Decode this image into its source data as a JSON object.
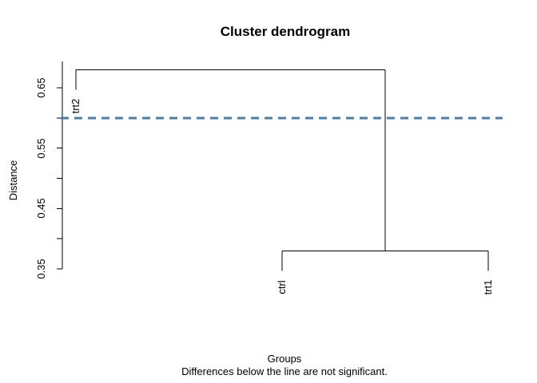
{
  "window": {
    "background": "#ffffff",
    "foreground": "#000000"
  },
  "chart_data": {
    "type": "dendrogram",
    "title": "Cluster dendrogram",
    "ylabel": "Distance",
    "xlabel": "Groups",
    "subtitle": "Differences below the line are not significant.",
    "leaves": [
      "trt2",
      "ctrl",
      "trt1"
    ],
    "tree": {
      "height": 0.68,
      "children": [
        {
          "label": "trt2"
        },
        {
          "height": 0.38,
          "children": [
            {
              "label": "ctrl"
            },
            {
              "label": "trt1"
            }
          ]
        }
      ]
    },
    "merges": [
      {
        "members": [
          "ctrl",
          "trt1"
        ],
        "height": 0.38
      },
      {
        "members": [
          "trt2",
          "ctrl+trt1"
        ],
        "height": 0.68
      }
    ],
    "leaf_hang": 0.033,
    "threshold_line": {
      "value": 0.6,
      "color": "#4A7EAC",
      "style": "dashed"
    },
    "y_axis": {
      "range": [
        0.35,
        0.68
      ],
      "ticks": [
        {
          "v": 0.35,
          "label": "0.35"
        },
        {
          "v": 0.4,
          "label": ""
        },
        {
          "v": 0.45,
          "label": "0.45"
        },
        {
          "v": 0.5,
          "label": ""
        },
        {
          "v": 0.55,
          "label": "0.55"
        },
        {
          "v": 0.6,
          "label": ""
        },
        {
          "v": 0.65,
          "label": "0.65"
        }
      ]
    },
    "line_color": "#000000",
    "grid": false,
    "legend": null
  }
}
